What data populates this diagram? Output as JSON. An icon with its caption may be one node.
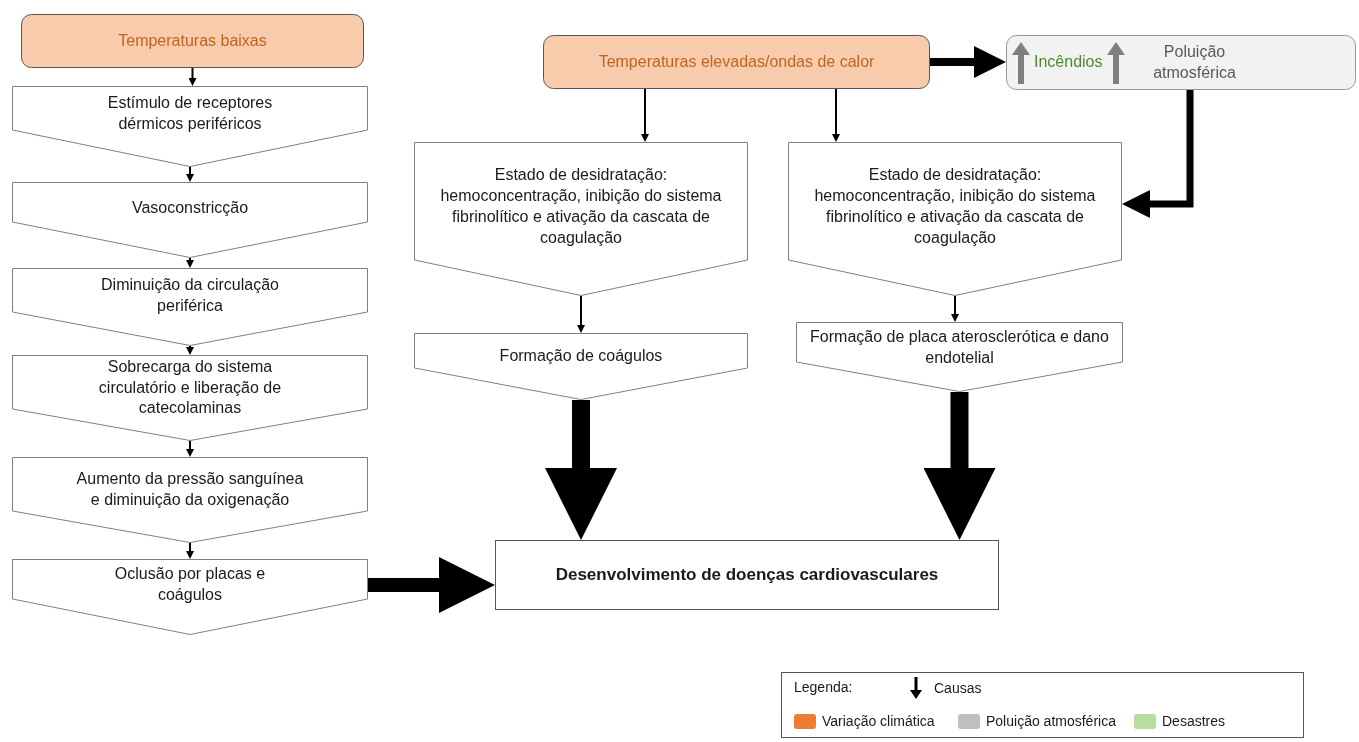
{
  "diagram": {
    "nodes": [
      {
        "text": [
          "Temperaturas baixas"
        ]
      },
      {
        "text": [
          "Estímulo de receptores dérmicos periféricos"
        ]
      },
      {
        "text": [
          "Vasoconstricção"
        ]
      },
      {
        "text": [
          "Diminuição da circulação periférica"
        ]
      },
      {
        "text": [
          "Sobrecarga do sistema circulatório e liberação de catecolaminas"
        ]
      },
      {
        "text": [
          "Aumento da pressão sanguínea e diminuição da oxigenação"
        ]
      },
      {
        "text": [
          "Oclusão por placas e coágulos"
        ]
      },
      {
        "text": [
          "Temperaturas elevadas/ondas de calor"
        ]
      },
      {
        "text": [
          "Incêndios",
          "Poluição atmosférica"
        ]
      },
      {
        "text": [
          "Estado de desidratação: hemoconcentração, inibição do sistema fibrinolítico e ativação da cascata de coagulação"
        ]
      },
      {
        "text": [
          "Estado de desidratação: hemoconcentração, inibição do sistema fibrinolítico e ativação da cascata de coagulação"
        ]
      },
      {
        "text": [
          "Formação de coágulos"
        ]
      },
      {
        "text": [
          "Formação de placa aterosclerótica e dano endotelial"
        ]
      },
      {
        "text": [
          "Desenvolvimento de doenças cardiovasculares"
        ]
      }
    ],
    "edges": [
      {
        "from": 0,
        "to": 1,
        "arrow": "to"
      },
      {
        "from": 1,
        "to": 2,
        "arrow": "to"
      },
      {
        "from": 2,
        "to": 3,
        "arrow": "to"
      },
      {
        "from": 3,
        "to": 4,
        "arrow": "to"
      },
      {
        "from": 4,
        "to": 5,
        "arrow": "to"
      },
      {
        "from": 5,
        "to": 6,
        "arrow": "to"
      },
      {
        "from": 6,
        "to": 13,
        "arrow": "to",
        "style": "thick"
      },
      {
        "from": 7,
        "to": 8,
        "arrow": "to",
        "style": "thick"
      },
      {
        "from": 7,
        "to": 9,
        "arrow": "to"
      },
      {
        "from": 7,
        "to": 10,
        "arrow": "to"
      },
      {
        "from": 8,
        "to": 10,
        "arrow": "to",
        "style": "thick"
      },
      {
        "from": 9,
        "to": 11,
        "arrow": "to"
      },
      {
        "from": 10,
        "to": 12,
        "arrow": "to"
      },
      {
        "from": 11,
        "to": 13,
        "arrow": "to",
        "style": "thick"
      },
      {
        "from": 12,
        "to": 13,
        "arrow": "to",
        "style": "thick"
      }
    ],
    "labels": [
      "Legenda:"
    ],
    "legend": [
      {
        "text": "Causas"
      },
      {
        "text": "Variação climática",
        "color": "#ed7d31"
      },
      {
        "text": "Poluição atmosférica",
        "color": "#bfbfbf"
      },
      {
        "text": "Desastres",
        "color": "#b5dea0"
      }
    ]
  }
}
